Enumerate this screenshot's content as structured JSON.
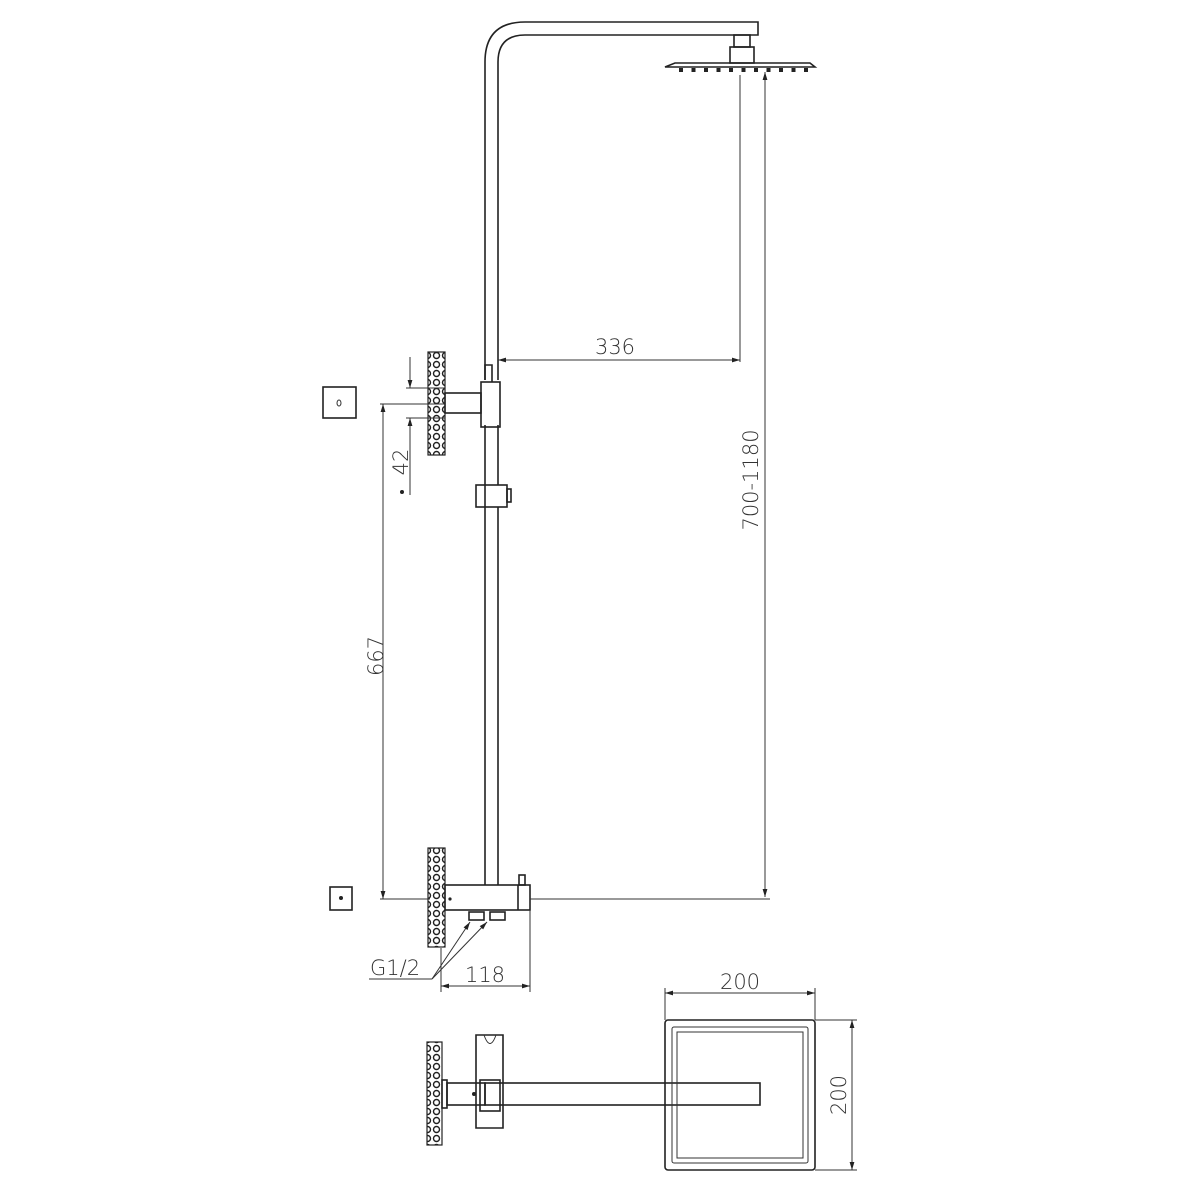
{
  "dimensions": {
    "arm_reach": "336",
    "height_range": "700-1180",
    "bracket_offset": "42",
    "mounting_height": "667",
    "thread": "G1/2",
    "mixer_depth": "118",
    "head_width": "200",
    "head_depth": "200"
  },
  "colors": {
    "line": "#222222",
    "background": "#ffffff"
  }
}
